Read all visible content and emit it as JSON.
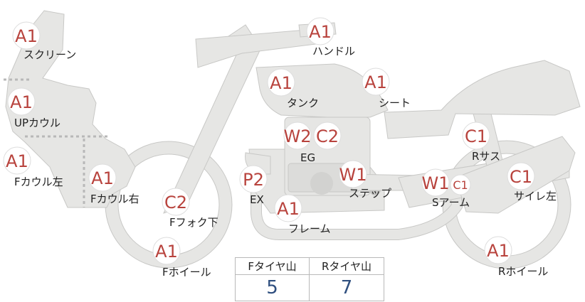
{
  "colors": {
    "body_fill": "#e6e6e4",
    "body_stroke": "#c8c8c6",
    "grade_text": "#b8433d",
    "value_text": "#2f4f7f",
    "dashed_line": "#b8b8b8"
  },
  "parts": [
    {
      "id": "screen",
      "label": "スクリーン",
      "grades": [
        "A1"
      ]
    },
    {
      "id": "up_cowl",
      "label": "UPカウル",
      "grades": [
        "A1"
      ]
    },
    {
      "id": "f_cowl_left",
      "label": "Fカウル左",
      "grades": [
        "A1"
      ]
    },
    {
      "id": "f_cowl_right",
      "label": "Fカウル右",
      "grades": [
        "A1"
      ]
    },
    {
      "id": "f_fork_lower",
      "label": "Fフォク下",
      "grades": [
        "C2"
      ]
    },
    {
      "id": "f_wheel",
      "label": "Fホイール",
      "grades": [
        "A1"
      ]
    },
    {
      "id": "handle",
      "label": "ハンドル",
      "grades": [
        "A1"
      ]
    },
    {
      "id": "tank",
      "label": "タンク",
      "grades": [
        "A1"
      ]
    },
    {
      "id": "seat",
      "label": "シート",
      "grades": [
        "A1"
      ]
    },
    {
      "id": "engine",
      "label": "EG",
      "grades": [
        "W2",
        "C2"
      ]
    },
    {
      "id": "ex",
      "label": "EX",
      "grades": [
        "P2"
      ]
    },
    {
      "id": "step",
      "label": "ステップ",
      "grades": [
        "W1"
      ]
    },
    {
      "id": "frame",
      "label": "フレーム",
      "grades": [
        "A1"
      ]
    },
    {
      "id": "r_sus",
      "label": "Rサス",
      "grades": [
        "C1"
      ]
    },
    {
      "id": "s_arm",
      "label": "Sアーム",
      "grades": [
        "W1",
        "C1"
      ]
    },
    {
      "id": "muffler_left",
      "label": "サイレ左",
      "grades": [
        "C1"
      ]
    },
    {
      "id": "r_wheel",
      "label": "Rホイール",
      "grades": [
        "A1"
      ]
    }
  ],
  "tire_table": {
    "front_header": "Fタイヤ山",
    "rear_header": "Rタイヤ山",
    "front_value": "5",
    "rear_value": "7"
  }
}
